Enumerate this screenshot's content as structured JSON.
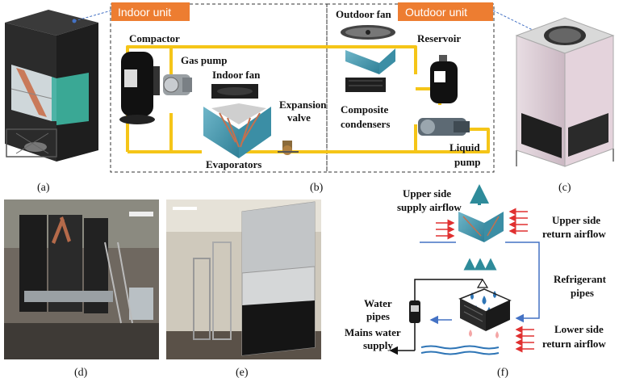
{
  "panels": {
    "a": "(a)",
    "b": "(b)",
    "c": "(c)",
    "d": "(d)",
    "e": "(e)",
    "f": "(f)"
  },
  "system": {
    "indoor_unit": "Indoor unit",
    "outdoor_unit": "Outdoor unit",
    "compactor": "Compactor",
    "gas_pump": "Gas pump",
    "indoor_fan": "Indoor fan",
    "expansion_valve_1": "Expansion",
    "expansion_valve_2": "valve",
    "evaporators": "Evaporators",
    "outdoor_fan": "Outdoor fan",
    "reservoir": "Reservoir",
    "composite_1": "Composite",
    "composite_2": "condensers",
    "liquid_pump_1": "Liquid",
    "liquid_pump_2": "pump"
  },
  "airflow": {
    "upper_supply_1": "Upper side",
    "upper_supply_2": "supply airflow",
    "upper_return_1": "Upper side",
    "upper_return_2": "return airflow",
    "refrigerant_1": "Refrigerant",
    "refrigerant_2": "pipes",
    "water_pipes_1": "Water",
    "water_pipes_2": "pipes",
    "mains_1": "Mains water",
    "mains_2": "supply",
    "lower_return_1": "Lower side",
    "lower_return_2": "return airflow"
  },
  "colors": {
    "pipe": "#F5C518",
    "tag_bg": "#ED7D31",
    "airflow_red": "#E03030",
    "airflow_blue": "#4472C4",
    "teal": "#2E8B9A",
    "water": "#2E75B6"
  }
}
